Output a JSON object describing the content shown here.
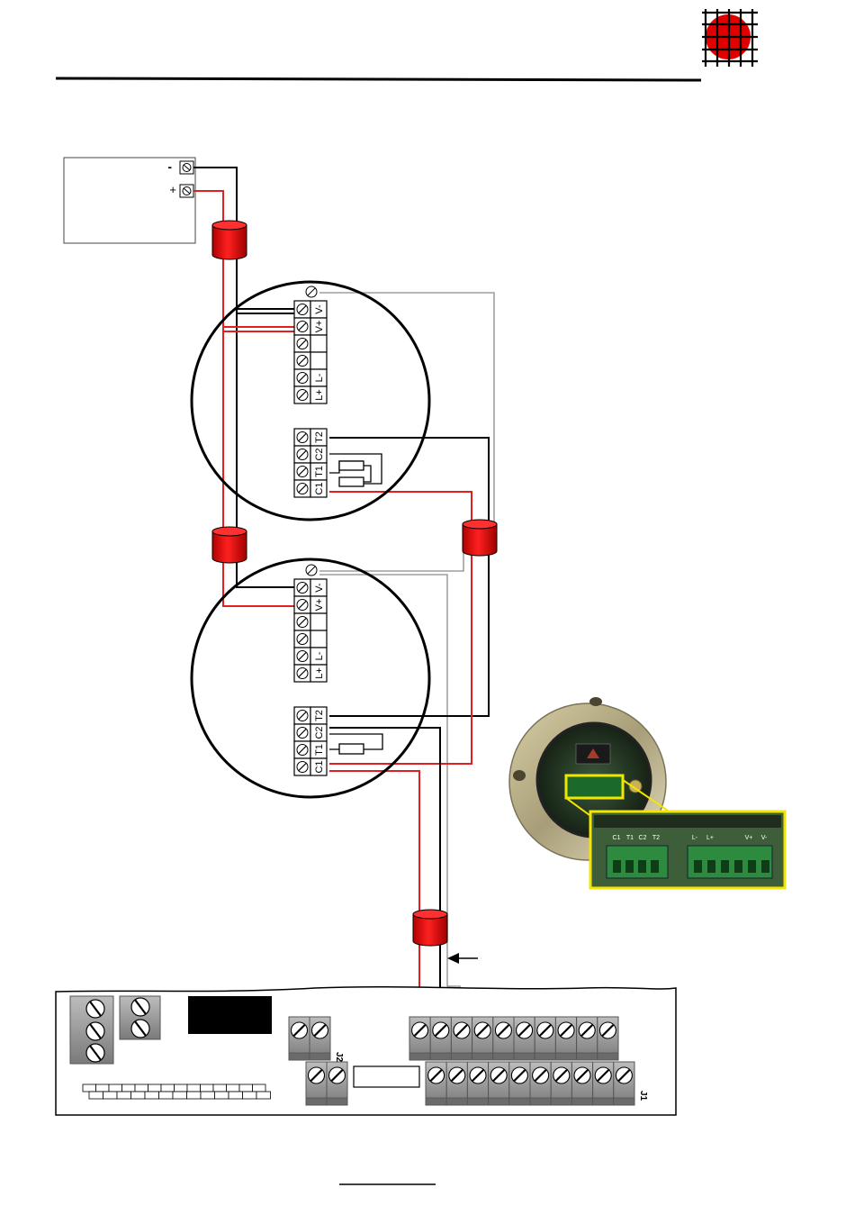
{
  "power_supply": {
    "minus_label": "-",
    "plus_label": "+"
  },
  "sensor_blocks": {
    "supply_terminals": [
      "V-",
      "V+",
      "",
      "",
      "L-",
      "L+"
    ],
    "signal_terminals": [
      "T2",
      "C2",
      "T1",
      "C1"
    ]
  },
  "inset_photo": {
    "terminal_labels": [
      "C1",
      "T1",
      "C2",
      "T2",
      "L-",
      "L+",
      "V+",
      "V-"
    ]
  },
  "controller_board": {
    "connector_j2_label": "J2",
    "connector_j1_label": "J1"
  },
  "colors": {
    "wire_positive": "#e02020",
    "wire_negative": "#000000",
    "wire_shield": "#8a8a8a",
    "ferrite": "#e00000",
    "logo_red": "#e00000",
    "inset_frame": "#f2e600",
    "terminal_green": "#2e8a3e"
  }
}
